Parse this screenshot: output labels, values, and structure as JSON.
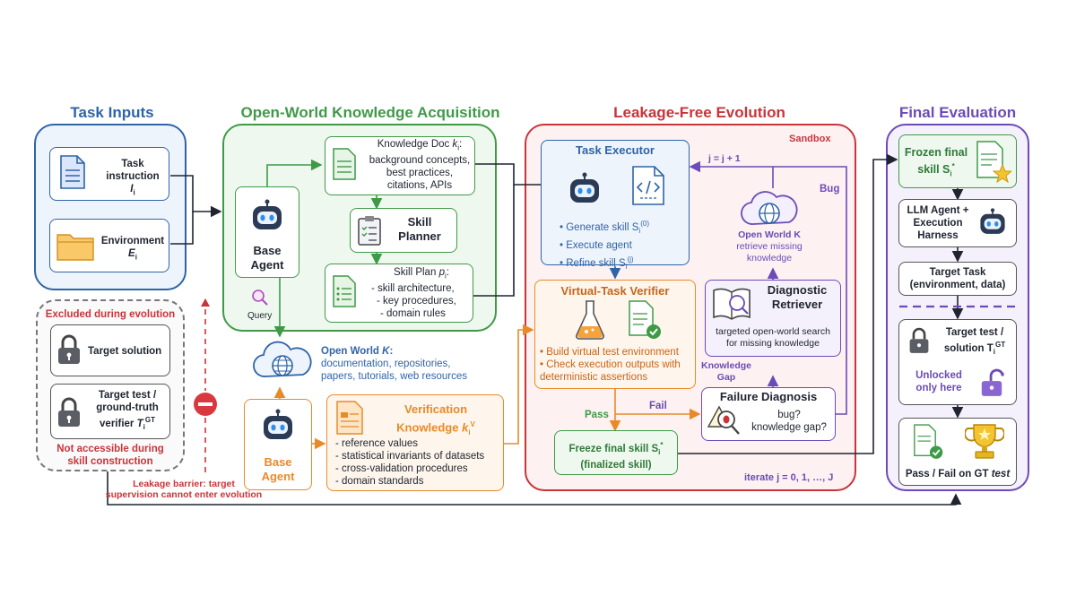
{
  "colors": {
    "blue": "#2f64a8",
    "green": "#3f9a48",
    "red": "#c9343a",
    "orange": "#e88a2a",
    "purple": "#6c4bb8",
    "dark": "#1f2430"
  },
  "titles": {
    "task_inputs": "Task Inputs",
    "knowledge": "Open-World Knowledge Acquisition",
    "evolution": "Leakage-Free Evolution",
    "final": "Final Evaluation",
    "sandbox": "Sandbox"
  },
  "task_inputs": {
    "instruction_line1": "Task",
    "instruction_line2": "instruction",
    "instruction_var": "I",
    "instruction_sub": "i",
    "env_label": "Environment",
    "env_var": "E",
    "env_sub": "i"
  },
  "excluded": {
    "header": "Excluded during evolution",
    "target_solution": "Target solution",
    "verifier_line1": "Target test /",
    "verifier_line2": "ground-truth",
    "verifier_line3": "verifier",
    "verifier_var": "T",
    "verifier_sub": "i",
    "verifier_sup": "GT",
    "footer_line1": "Not accessible during",
    "footer_line2": "skill construction"
  },
  "leakage": {
    "line1": "Leakage barrier: target",
    "line2": "supervision cannot enter evolution"
  },
  "knowledge": {
    "base_agent": "Base Agent",
    "query": "Query",
    "doc_title": "Knowledge Doc",
    "doc_var": "k",
    "doc_sub": "i",
    "doc_lines": [
      "background concepts,",
      "best practices,",
      "citations, APIs"
    ],
    "planner_line1": "Skill",
    "planner_line2": "Planner",
    "plan_title": "Skill Plan",
    "plan_var": "p",
    "plan_sub": "i",
    "plan_lines": [
      "- skill architecture,",
      "- key procedures,",
      "- domain rules"
    ],
    "open_world_title": "Open World",
    "open_world_var": "K",
    "open_world_lines": [
      "documentation, repositories,",
      "papers, tutorials, web resources"
    ],
    "base_agent2": "Base Agent",
    "verif_title": "Verification",
    "verif_title2": "Knowledge",
    "verif_var": "k",
    "verif_sub": "i",
    "verif_sup": "V",
    "verif_lines": [
      "- reference values",
      "- statistical invariants of datasets",
      "- cross-validation procedures",
      "- domain standards"
    ]
  },
  "evolution": {
    "executor_title": "Task Executor",
    "executor_items": [
      "Generate skill S",
      "Execute agent",
      "Refine skill S"
    ],
    "exec_sup0": "(0)",
    "exec_supj": "(j)",
    "exec_sub": "i",
    "loop_label": "j = j + 1",
    "bug_label": "Bug",
    "ow_title": "Open World K",
    "ow_line1": "retrieve missing",
    "ow_line2": "knowledge",
    "verifier_title": "Virtual-Task Verifier",
    "verifier_items": [
      "Build virtual test environment",
      "Check execution outputs with deterministic assertions"
    ],
    "retriever_line1": "Diagnostic",
    "retriever_line2": "Retriever",
    "retriever_desc1": "targeted open-world search",
    "retriever_desc2": "for missing knowledge",
    "knowledge_gap1": "Knowledge",
    "knowledge_gap2": "Gap",
    "diagnosis_title": "Failure Diagnosis",
    "diagnosis_q1": "bug?",
    "diagnosis_q2": "knowledge gap?",
    "pass_label": "Pass",
    "fail_label": "Fail",
    "freeze_line1": "Freeze final skill S",
    "freeze_line2": "(finalized skill)",
    "iterate_label": "iterate j = 0, 1, …, J"
  },
  "final": {
    "frozen_line1": "Frozen final",
    "frozen_line2": "skill S",
    "harness_line1": "LLM Agent +",
    "harness_line2": "Execution",
    "harness_line3": "Harness",
    "target_line1": "Target Task",
    "target_line2": "(environment, data)",
    "test_line1": "Target test /",
    "test_line2": "solution T",
    "unlocked1": "Unlocked",
    "unlocked2": "only here",
    "pass_fail": "Pass / Fail on GT",
    "pass_fail_em": "test"
  }
}
